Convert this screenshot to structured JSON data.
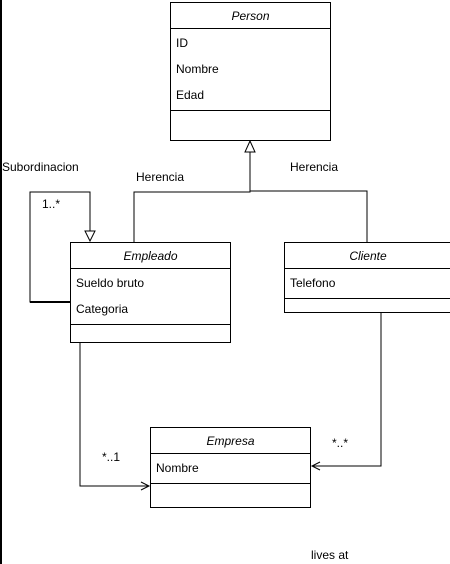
{
  "classes": {
    "person": {
      "name": "Person",
      "attributes": [
        "ID",
        "Nombre",
        "Edad"
      ]
    },
    "empleado": {
      "name": "Empleado",
      "attributes": [
        "Sueldo bruto",
        "Categoria"
      ]
    },
    "cliente": {
      "name": "Cliente",
      "attributes": [
        "Telefono"
      ]
    },
    "empresa": {
      "name": "Empresa",
      "attributes": [
        "Nombre"
      ]
    }
  },
  "labels": {
    "subordinacion": "Subordinacion",
    "subordinacion_mult": "1..*",
    "herencia_left": "Herencia",
    "herencia_right": "Herencia",
    "empleado_empresa_mult": "*..1",
    "cliente_empresa_mult": "*..*",
    "lives_at": "lives at"
  }
}
